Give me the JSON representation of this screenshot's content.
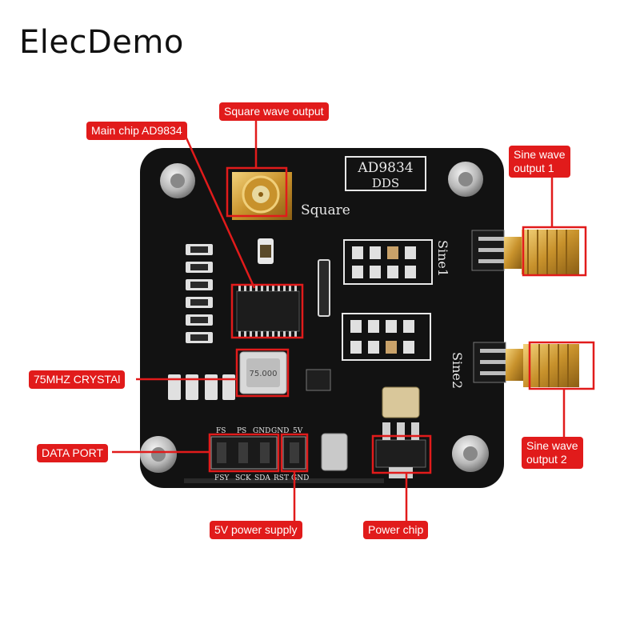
{
  "brand": "ElecDemo",
  "board": {
    "chip_label_line1": "AD9834",
    "chip_label_line2": "DDS",
    "square_label": "Square",
    "sine1_label": "Sine1",
    "sine2_label": "Sine2",
    "crystal_marking": "75.000",
    "pin_labels_top": [
      "FS",
      "PS",
      "GND",
      "GND",
      "5V"
    ],
    "pin_labels_bottom": [
      "FSY",
      "SCK",
      "SDA",
      "RST",
      "GND"
    ]
  },
  "callouts": {
    "square_wave_output": "Square wave output",
    "main_chip": "Main chip AD9834",
    "sine_wave_output_1": [
      "Sine wave",
      "output 1"
    ],
    "crystal": "75MHZ CRYSTAl",
    "data_port": "DATA PORT",
    "sine_wave_output_2": [
      "Sine wave",
      "output 2"
    ],
    "power_supply": "5V power supply",
    "power_chip": "Power chip"
  },
  "colors": {
    "callout_red": "#e11b1b",
    "pcb_black": "#121212",
    "gold": "#d4a437"
  }
}
